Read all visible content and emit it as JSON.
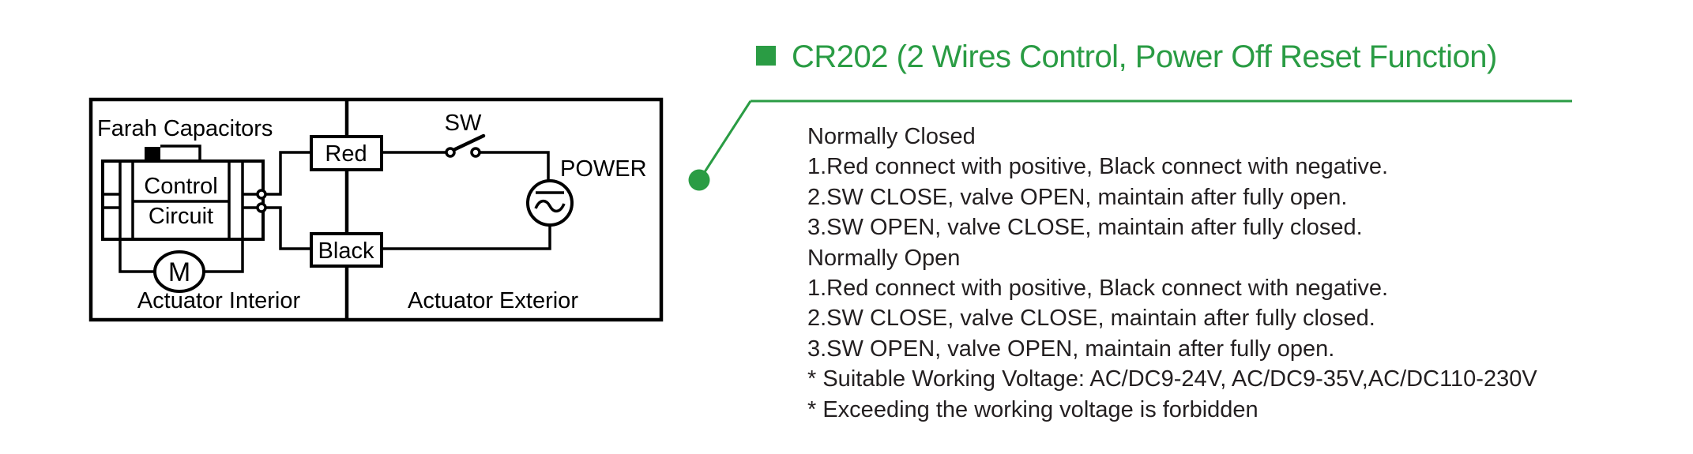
{
  "colors": {
    "green": "#2a9c44",
    "ink": "#231f20",
    "line": "#000000"
  },
  "header": {
    "bullet_icon": "green-square",
    "title": "CR202 (2 Wires Control, Power Off Reset Function)"
  },
  "diagram": {
    "labels": {
      "farah_capacitors": "Farah Capacitors",
      "control": "Control",
      "circuit": "Circuit",
      "motor": "M",
      "actuator_interior": "Actuator Interior",
      "actuator_exterior": "Actuator Exterior",
      "red_wire": "Red",
      "black_wire": "Black",
      "switch": "SW",
      "power": "POWER"
    }
  },
  "notes": {
    "lines": [
      "Normally Closed",
      "1.Red connect with positive, Black connect with negative.",
      "2.SW CLOSE, valve OPEN, maintain after fully open.",
      "3.SW OPEN, valve CLOSE, maintain after fully closed.",
      "Normally Open",
      "1.Red connect with positive, Black connect with negative.",
      "2.SW CLOSE, valve CLOSE, maintain after fully closed.",
      "3.SW OPEN, valve OPEN, maintain after fully open.",
      "* Suitable Working Voltage: AC/DC9-24V, AC/DC9-35V,AC/DC110-230V",
      "* Exceeding the working voltage is forbidden"
    ]
  }
}
